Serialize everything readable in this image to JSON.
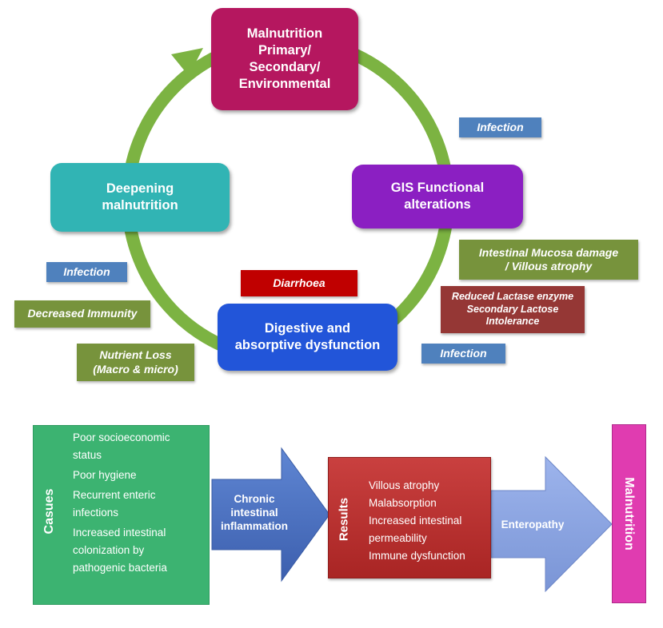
{
  "cycle": {
    "top": [
      "Malnutrition",
      "Primary/",
      "Secondary/",
      "Environmental"
    ],
    "right": [
      "GIS Functional",
      "alterations"
    ],
    "bottom": [
      "Digestive and",
      "absorptive dysfunction"
    ],
    "left": [
      "Deepening",
      "malnutrition"
    ]
  },
  "tags": {
    "infection_right": "Infection",
    "mucosa": [
      "Intestinal Mucosa damage",
      "/ Villous atrophy"
    ],
    "lactase": [
      "Reduced Lactase enzyme",
      "Secondary Lactose",
      "Intolerance"
    ],
    "infection_bottom_right": "Infection",
    "diarrhoea": "Diarrhoea",
    "infection_left": "Infection",
    "immunity": "Decreased Immunity",
    "nutrient": [
      "Nutrient Loss",
      "(Macro & micro)"
    ]
  },
  "flow": {
    "causes_label": "Casues",
    "causes": [
      "Poor socioeconomic",
      "status",
      "Poor hygiene",
      "Recurrent enteric",
      "infections",
      "Increased  intestinal",
      "colonization by",
      "pathogenic bacteria"
    ],
    "chronic": [
      "Chronic",
      "intestinal",
      "inflammation"
    ],
    "results_label": "Results",
    "results": [
      "Villous atrophy",
      "Malabsorption",
      "Increased intestinal",
      "permeability",
      "Immune dysfunction"
    ],
    "enteropathy": "Enteropathy",
    "malnutrition": "Malnutrition"
  },
  "colors": {
    "ring": "#7cb342",
    "top_node": "#b5175f",
    "right_node": "#8b1fc2",
    "bottom_node": "#2255d9",
    "left_node": "#31b4b4",
    "causes": "#3cb371",
    "chronic_arrow": "#4a6fbf",
    "results": "#b83231",
    "enteropathy_arrow": "#8aa4e0",
    "malnutrition_box": "#e03cb0"
  }
}
